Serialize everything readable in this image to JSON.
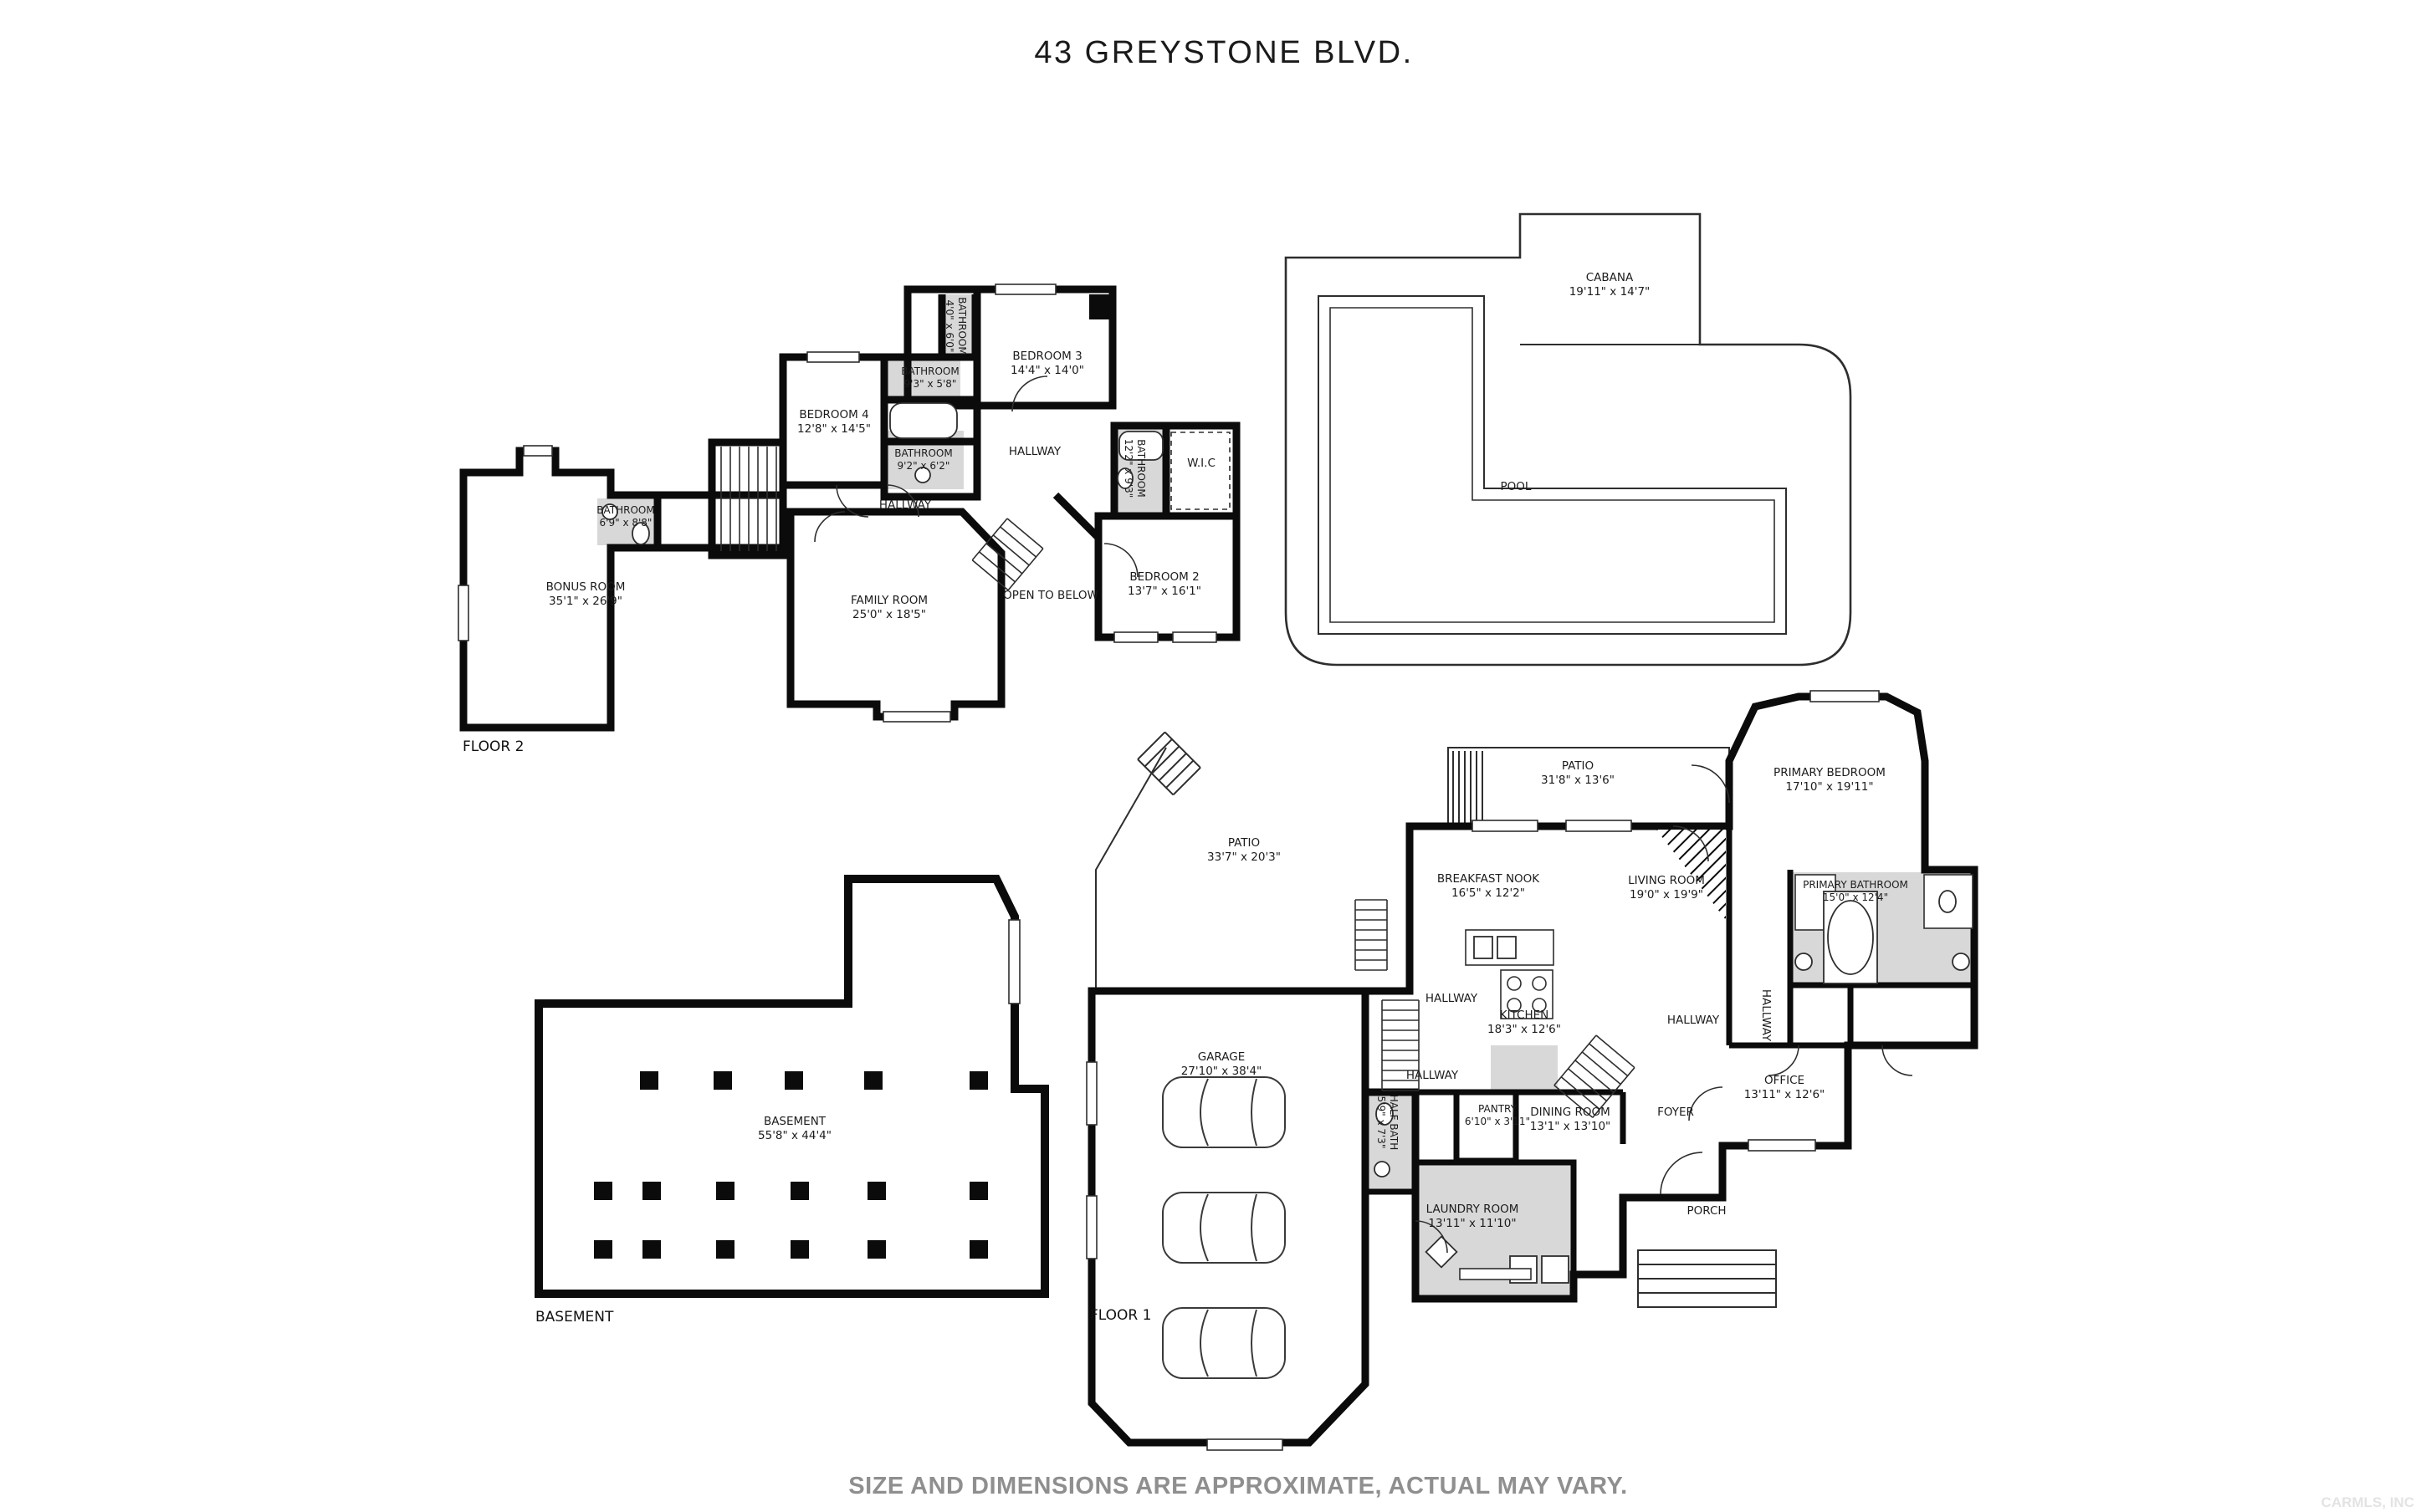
{
  "title": "43 GREYSTONE BLVD.",
  "disclaimer": "SIZE AND DIMENSIONS ARE APPROXIMATE, ACTUAL MAY VARY.",
  "watermark": "CARMLS, INC",
  "colors": {
    "wall": "#0b0b0b",
    "room_fill": "#d8d8d8",
    "label_text": "#1c1c1c",
    "disclaimer_text": "#8f8f8f",
    "watermark_text": "#e3e3e3"
  },
  "floor2": {
    "floor_label": "FLOOR 2",
    "rooms": [
      {
        "label": "BONUS ROOM",
        "dims": "35'1\" x 26'9\""
      },
      {
        "label": "FAMILY ROOM",
        "dims": "25'0\" x 18'5\""
      },
      {
        "label": "BEDROOM 4",
        "dims": "12'8\" x 14'5\""
      },
      {
        "label": "BEDROOM 3",
        "dims": "14'4\" x 14'0\""
      },
      {
        "label": "BEDROOM 2",
        "dims": "13'7\" x 16'1\""
      },
      {
        "label": "BATHROOM",
        "dims": "9'3\" x 5'8\""
      },
      {
        "label": "BATHROOM",
        "dims": "9'2\" x 6'2\""
      },
      {
        "label": "BATHROOM",
        "dims": "6'9\" x 8'8\""
      },
      {
        "label": "BATHROOM",
        "dims": "4'0\" x 6'0\""
      },
      {
        "label": "BATHROOM",
        "dims": "12'2\" x 9'3\""
      },
      {
        "label": "W.I.C",
        "dims": ""
      },
      {
        "label": "HALLWAY",
        "dims": ""
      },
      {
        "label": "HALLWAY",
        "dims": ""
      },
      {
        "label": "OPEN TO BELOW",
        "dims": ""
      }
    ]
  },
  "pool_area": {
    "cabana_label": "CABANA",
    "cabana_dims": "19'11\" x 14'7\"",
    "pool_label": "POOL"
  },
  "floor1": {
    "floor_label": "FLOOR 1",
    "rooms": [
      {
        "label": "GARAGE",
        "dims": "27'10\" x 38'4\""
      },
      {
        "label": "PATIO",
        "dims": "33'7\" x 20'3\""
      },
      {
        "label": "PATIO",
        "dims": "31'8\" x 13'6\""
      },
      {
        "label": "PRIMARY BEDROOM",
        "dims": "17'10\" x 19'11\""
      },
      {
        "label": "BREAKFAST NOOK",
        "dims": "16'5\" x 12'2\""
      },
      {
        "label": "LIVING ROOM",
        "dims": "19'0\" x 19'9\""
      },
      {
        "label": "PRIMARY BATHROOM",
        "dims": "15'0\" x 12'4\""
      },
      {
        "label": "KITCHEN",
        "dims": "18'3\" x 12'6\""
      },
      {
        "label": "DINING ROOM",
        "dims": "13'1\" x 13'10\""
      },
      {
        "label": "LAUNDRY ROOM",
        "dims": "13'11\" x 11'10\""
      },
      {
        "label": "PANTRY",
        "dims": "6'10\" x 3'11\""
      },
      {
        "label": "OFFICE",
        "dims": "13'11\" x 12'6\""
      },
      {
        "label": "HALF BATH",
        "dims": "5'9\" x 7'3\""
      },
      {
        "label": "FOYER",
        "dims": ""
      },
      {
        "label": "PORCH",
        "dims": ""
      },
      {
        "label": "HALLWAY",
        "dims": ""
      },
      {
        "label": "HALLWAY",
        "dims": ""
      },
      {
        "label": "HALLWAY",
        "dims": ""
      },
      {
        "label": "HALLWAY",
        "dims": ""
      }
    ]
  },
  "basement": {
    "floor_label": "BASEMENT",
    "room_label": "BASEMENT",
    "room_dims": "55'8\" x 44'4\""
  }
}
